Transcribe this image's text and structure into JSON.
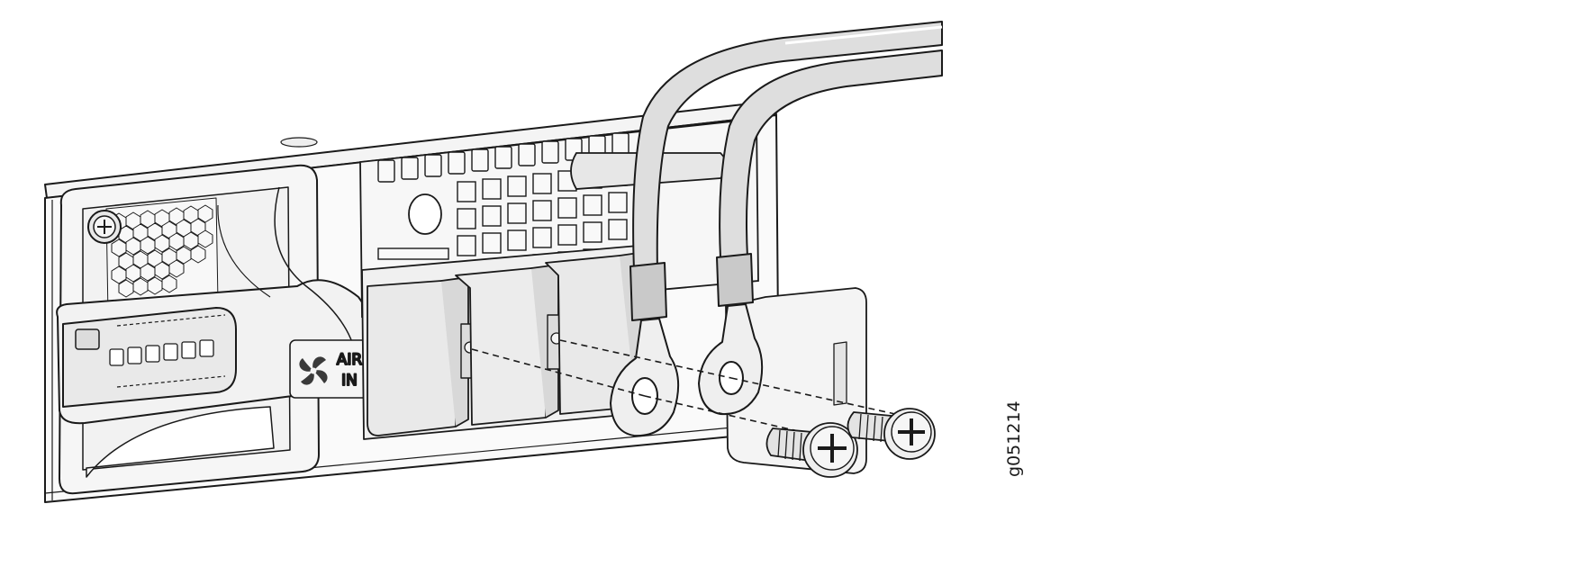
{
  "diagram": {
    "badge": {
      "line1": "AIR",
      "line2": "IN",
      "icon": "fan-icon"
    },
    "figure_id": "g051214",
    "colors": {
      "outline": "#1a1a1a",
      "panel": "#f7f7f7",
      "part": "#e6e6e6",
      "cable": "#dcdcdc",
      "shade": "#bdbdbd",
      "background": "#ffffff"
    }
  }
}
